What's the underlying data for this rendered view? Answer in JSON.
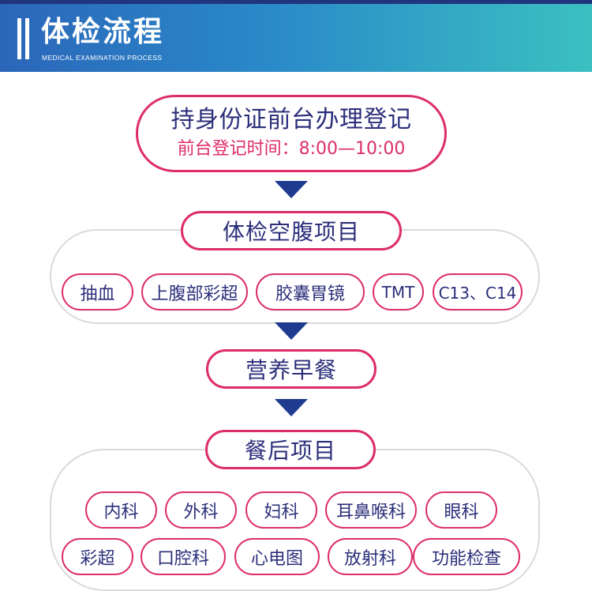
{
  "header": {
    "title": "体检流程",
    "subtitle": "MEDICAL EXAMINATION PROCESS"
  },
  "steps": {
    "register": {
      "title": "持身份证前台办理登记",
      "time": "前台登记时间：8:00—10:00"
    },
    "fasting": {
      "title": "体检空腹项目",
      "items": [
        "抽血",
        "上腹部彩超",
        "胶囊胃镜",
        "TMT",
        "C13、C14"
      ]
    },
    "breakfast": {
      "title": "营养早餐"
    },
    "after_meal": {
      "title": "餐后项目",
      "row1": [
        "内科",
        "外科",
        "妇科",
        "耳鼻喉科",
        "眼科"
      ],
      "row2": [
        "彩超",
        "口腔科",
        "心电图",
        "放射科",
        "功能检查"
      ]
    }
  },
  "colors": {
    "banner_gradient_start": "#2b66b9",
    "banner_gradient_end": "#3bc0c1",
    "pill_border": "#dd2d6a",
    "text_navy": "#2b2f7a",
    "arrow": "#1f3b8f",
    "group_border": "#dadada"
  }
}
